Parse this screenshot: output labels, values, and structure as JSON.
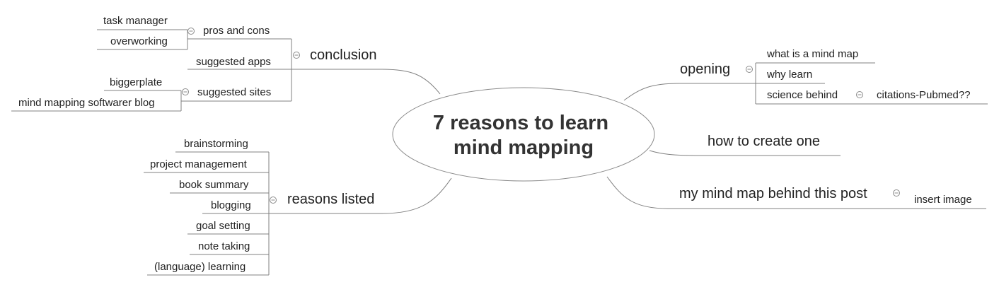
{
  "center": {
    "line1": "7 reasons to learn",
    "line2": "mind mapping"
  },
  "branches": {
    "conclusion": {
      "label": "conclusion",
      "pros_and_cons": {
        "label": "pros and cons",
        "children": [
          "task manager",
          "overworking"
        ]
      },
      "suggested_apps": {
        "label": "suggested apps"
      },
      "suggested_sites": {
        "label": "suggested sites",
        "children": [
          "biggerplate",
          "mind mapping softwarer blog"
        ]
      }
    },
    "reasons_listed": {
      "label": "reasons listed",
      "children": [
        "brainstorming",
        "project management",
        "book summary",
        "blogging",
        "goal setting",
        "note taking",
        "(language) learning"
      ]
    },
    "opening": {
      "label": "opening",
      "children": [
        "what is a mind map",
        "why learn",
        "science behind"
      ],
      "science_child": "citations-Pubmed??"
    },
    "how_to_create": {
      "label": "how to create one"
    },
    "my_mind_map": {
      "label": "my mind map behind this post",
      "child": "insert image"
    }
  },
  "colors": {
    "line": "#808080",
    "text": "#222222",
    "title": "#333333"
  }
}
